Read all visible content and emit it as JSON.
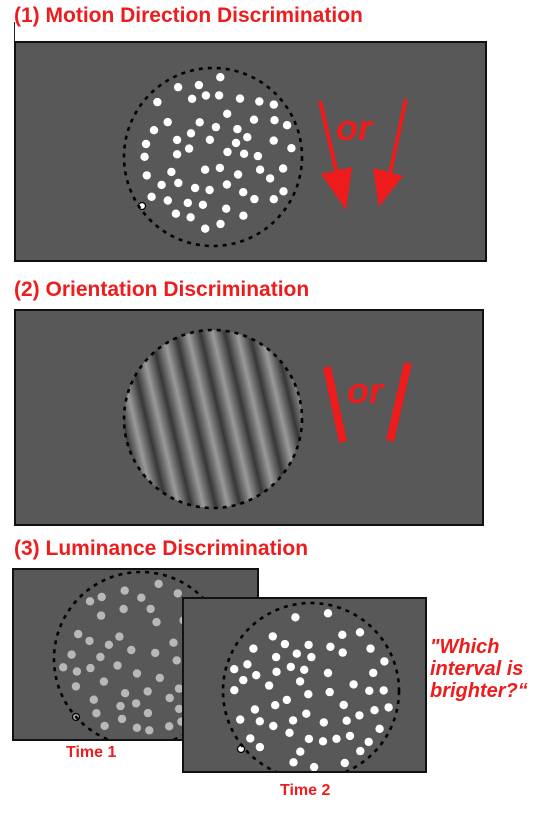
{
  "sections": [
    {
      "heading": "(1) Motion Direction Discrimination",
      "response_text": "or"
    },
    {
      "heading": "(2) Orientation Discrimination",
      "response_text": "or"
    },
    {
      "heading": "(3) Luminance Discrimination"
    }
  ],
  "luminance": {
    "time1_label": "Time 1",
    "time2_label": "Time 2",
    "question_lines": [
      "\"Which",
      "interval is",
      "brighter?“"
    ]
  },
  "colors": {
    "accent": "#ee1c1c",
    "panel": "#585858",
    "dot_bright": "#ffffff",
    "dot_dim": "#b8b8b8"
  }
}
